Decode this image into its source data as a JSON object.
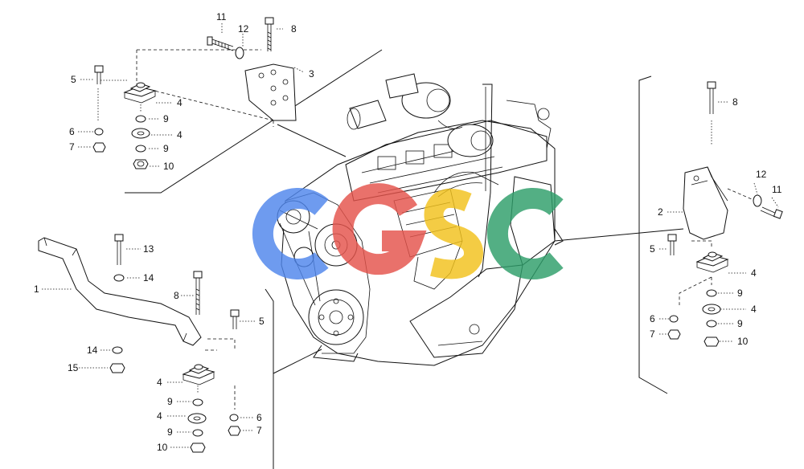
{
  "diagram": {
    "callouts": {
      "top_left": {
        "n11": "11",
        "n12": "12",
        "n8": "8",
        "n3": "3",
        "n5": "5",
        "n4a": "4",
        "n9a": "9",
        "n6": "6",
        "n4b": "4",
        "n7": "7",
        "n9b": "9",
        "n10": "10"
      },
      "bottom_left": {
        "n1": "1",
        "n13": "13",
        "n14a": "14",
        "n8": "8",
        "n5": "5",
        "n14b": "14",
        "n15": "15",
        "n4a": "4",
        "n9a": "9",
        "n4b": "4",
        "n6": "6",
        "n9b": "9",
        "n7": "7",
        "n10": "10"
      },
      "right": {
        "n8": "8",
        "n12": "12",
        "n11": "11",
        "n2": "2",
        "n5": "5",
        "n4a": "4",
        "n9a": "9",
        "n6": "6",
        "n4b": "4",
        "n9b": "9",
        "n7": "7",
        "n10": "10"
      }
    },
    "watermark": {
      "letters": [
        "C",
        "G",
        "S",
        "C"
      ],
      "colors": [
        "#4f86ec",
        "#e5534b",
        "#f2c21c",
        "#2e9e6a"
      ]
    }
  }
}
